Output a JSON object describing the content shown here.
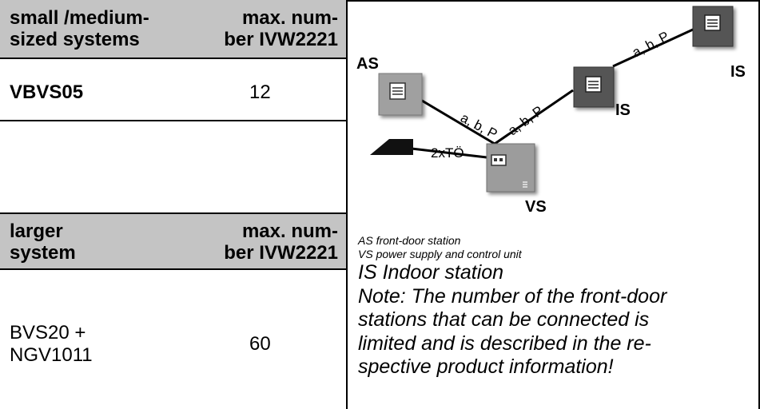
{
  "table": {
    "small": {
      "header_col1_line1": "small /medium-",
      "header_col1_line2": "sized systems",
      "header_col2_line1": "max. num-",
      "header_col2_line2": "ber IVW2221",
      "system": "VBVS05",
      "max": "12"
    },
    "large": {
      "header_col1_line1": "larger",
      "header_col1_line2": "system",
      "header_col2_line1": "max. num-",
      "header_col2_line2": "ber IVW2221",
      "system_line1": "BVS20 +",
      "system_line2": "NGV1011",
      "max": "60"
    }
  },
  "diagram": {
    "label_as": "AS",
    "label_vs": "VS",
    "label_is_1": "IS",
    "label_is_2": "IS",
    "wire_abp": "a, b, P",
    "wire_2xto": "2xTÖ"
  },
  "legend": {
    "as": "AS  front-door station",
    "vs": "VS  power supply and control unit",
    "is": "IS   Indoor station",
    "note_lines": [
      "Note: The number of the front-door",
      "stations that can be connected is",
      "limited and is described in the re-",
      "spective product information!"
    ]
  },
  "colors": {
    "header_bg": "#c4c4c4",
    "as_box": "#a0a0a0",
    "is_box": "#555555",
    "vs_box": "#9c9c9c"
  }
}
